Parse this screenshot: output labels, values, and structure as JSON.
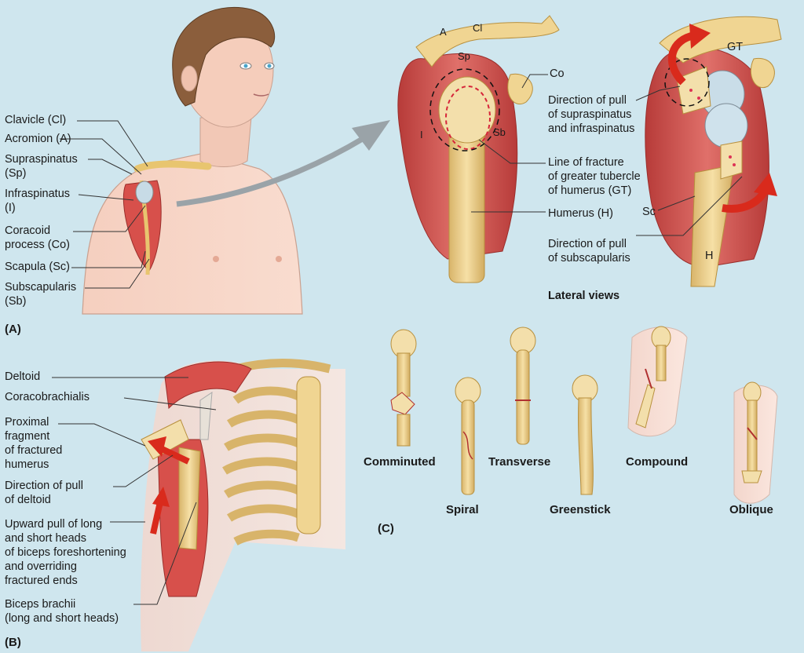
{
  "panel_a": {
    "tag": "(A)",
    "labels": {
      "clavicle": "Clavicle (Cl)",
      "acromion": "Acromion (A)",
      "supraspinatus_1": "Supraspinatus",
      "supraspinatus_2": "(Sp)",
      "infraspinatus_1": "Infraspinatus",
      "infraspinatus_2": "(I)",
      "coracoid_1": "Coracoid",
      "coracoid_2": "process (Co)",
      "scapula": "Scapula (Sc)",
      "subscapularis_1": "Subscapularis",
      "subscapularis_2": "(Sb)"
    },
    "lateral": {
      "abbr_a": "A",
      "abbr_cl": "Cl",
      "abbr_sp": "Sp",
      "abbr_co": "Co",
      "abbr_i": "I",
      "abbr_sb": "Sb",
      "abbr_gt": "GT",
      "abbr_sc": "Sc",
      "abbr_h": "H",
      "pull_supra_1": "Direction of pull",
      "pull_supra_2": "of supraspinatus",
      "pull_supra_3": "and infraspinatus",
      "fracture_1": "Line of fracture",
      "fracture_2": "of greater tubercle",
      "fracture_3": "of humerus (GT)",
      "humerus": "Humerus (H)",
      "pull_sub_1": "Direction of pull",
      "pull_sub_2": "of subscapularis",
      "caption": "Lateral views"
    }
  },
  "panel_b": {
    "tag": "(B)",
    "labels": {
      "deltoid": "Deltoid",
      "coracobrachialis": "Coracobrachialis",
      "proximal_1": "Proximal",
      "proximal_2": "fragment",
      "proximal_3": "of fractured",
      "proximal_4": "humerus",
      "pull_deltoid_1": "Direction of pull",
      "pull_deltoid_2": "of deltoid",
      "upward_1": "Upward pull of long",
      "upward_2": "and short heads",
      "upward_3": "of biceps foreshortening",
      "upward_4": "and overriding",
      "upward_5": "fractured ends",
      "biceps_1": "Biceps brachii",
      "biceps_2": "(long and short heads)"
    }
  },
  "panel_c": {
    "tag": "(C)",
    "fractures": {
      "comminuted": "Comminuted",
      "spiral": "Spiral",
      "transverse": "Transverse",
      "greenstick": "Greenstick",
      "compound": "Compound",
      "oblique": "Oblique"
    }
  },
  "colors": {
    "background": "#cfe6ee",
    "bone": "#f0d592",
    "bone_shade": "#d8b46a",
    "muscle": "#d9544f",
    "muscle_dark": "#a8312f",
    "skin": "#f7d3c3",
    "arrow_red": "#d92a1c",
    "pointer_gray": "#9aa3a8"
  }
}
